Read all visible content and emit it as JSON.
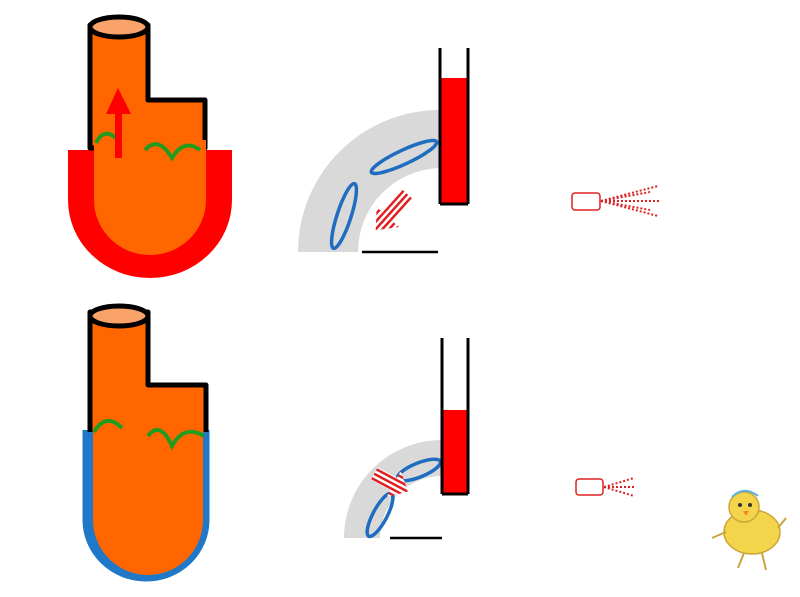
{
  "colors": {
    "orange": "#FF6600",
    "outline": "#000000",
    "cap": "#F9A36B",
    "red_band": "#FF0000",
    "valve_green": "#239B1E",
    "blue_band": "#1F78C8",
    "grey_arc": "#D9D9D9",
    "blue_ellipse": "#1F6DC0",
    "red_fill": "#FF0000",
    "spray_red": "#E02020",
    "chick_yellow": "#F3D44A",
    "chick_outline": "#C9A63A"
  },
  "icons": {
    "arrow_up": "red-up-arrow-icon",
    "hatched_arrow": "hatched-arrow-icon",
    "spray": "spray-nozzle-icon",
    "chick": "chick-icon"
  },
  "panels": [
    {
      "id": "top",
      "band": "red",
      "pressure_level": 0.78,
      "spray_level": "strong"
    },
    {
      "id": "bottom",
      "band": "blue",
      "pressure_level": 0.55,
      "spray_level": "weak"
    }
  ]
}
